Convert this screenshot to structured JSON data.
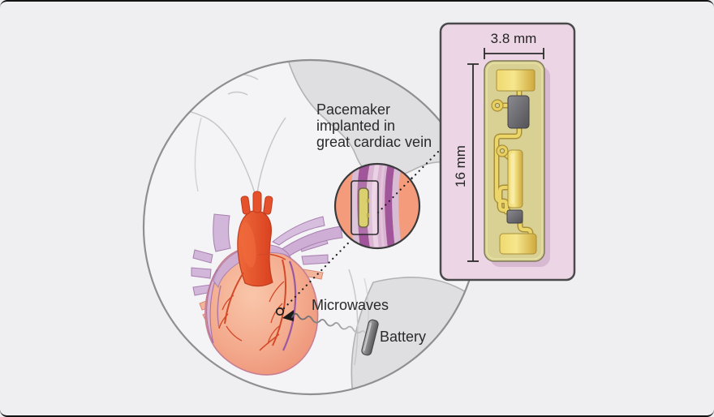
{
  "figure": {
    "type": "medical-device-diagram",
    "callout": {
      "lines": [
        "Pacemaker",
        "implanted in",
        "great cardiac vein"
      ]
    },
    "labels": {
      "microwaves": "Microwaves",
      "battery": "Battery"
    },
    "device_dimensions": {
      "width_label": "3.8 mm",
      "height_label": "16 mm"
    },
    "icons": {
      "target_marker": "target-marker-icon",
      "arrowhead": "arrowhead-icon",
      "microwave_squiggle": "microwave-squiggle-icon",
      "battery": "battery-icon",
      "via_pads": "via-pad-icon"
    },
    "palette": {
      "background": "#efeef0",
      "panel_pink": "#ecd5e4",
      "substrate_khaki": "#d9d194",
      "trace_gold": "#e8cc5a",
      "chip_gray": "#6b6b70",
      "vein_purple": "#a1559a",
      "tissue_salmon": "#f49b7c",
      "heart_red": "#e4512b",
      "heart_salmon": "#f2a189",
      "vessel_lavender": "#cfaed6",
      "battery_gray": "#8f8f92",
      "torso_gray": "#dfdee1",
      "outline_dark": "#2a2a2a"
    }
  }
}
